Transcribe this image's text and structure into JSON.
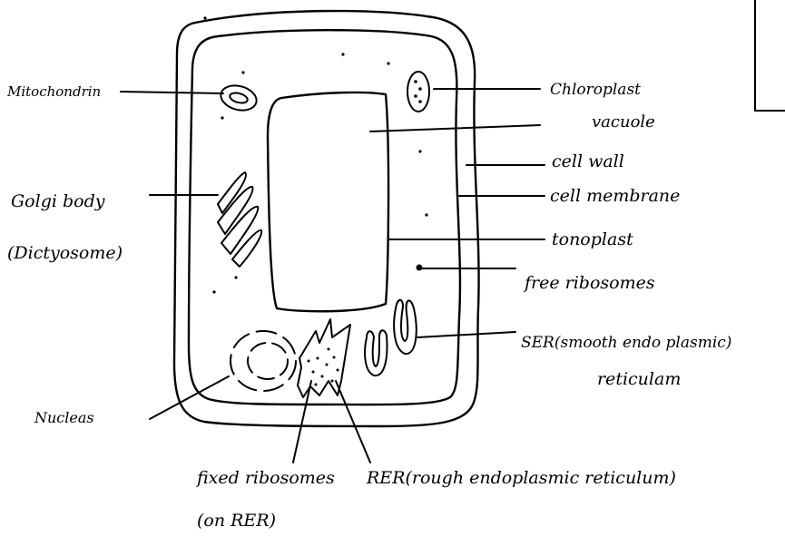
{
  "labels": {
    "mitochondrion": "Mitochondrin",
    "golgi_line1": "Golgi body",
    "golgi_line2": "(Dictyosome)",
    "nucleus": "Nucleas",
    "fixed_ribosomes_line1": "fixed ribosomes",
    "fixed_ribosomes_line2": "(on RER)",
    "rer": "RER(rough endoplasmic reticulum)",
    "chloroplast": "Chloroplast",
    "vacuole": "vacuole",
    "cell_wall": "cell wall",
    "cell_membrane": "cell membrane",
    "tonoplast": "tonoplast",
    "free_ribosomes": "free ribosomes",
    "ser_line1": "SER(smooth endo plasmic)",
    "ser_line2": "reticulam"
  }
}
